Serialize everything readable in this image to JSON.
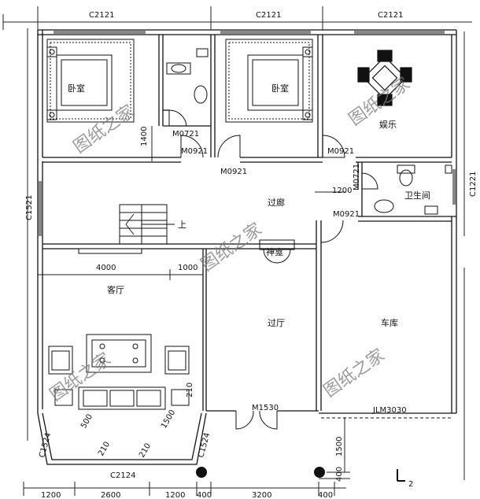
{
  "rooms": {
    "bedroom_left": "卧室",
    "bedroom_mid": "卧室",
    "entertainment": "娱乐",
    "corridor": "过廊",
    "bathroom": "卫生间",
    "up_arrow": "上",
    "shrine": "神龛",
    "living_room": "客厅",
    "hall": "过厅",
    "garage": "车库"
  },
  "openings": {
    "window_top_left": "C2121",
    "window_top_mid": "C2121",
    "window_top_right": "C2121",
    "window_left": "C1521",
    "window_right": "C1221",
    "window_bay": "C2124",
    "window_bay_left": "C1524",
    "window_bay_right": "C1524",
    "door_m0721_top": "M0721",
    "door_m0921_left": "M0921",
    "door_m0921_mid": "M0921",
    "door_m0921_right": "M0921",
    "door_m0721_bath": "M0721",
    "door_m0921_garage": "M0921",
    "door_m1530": "M1530",
    "garage_door": "JLM3030"
  },
  "dimensions": {
    "d1400": "1400",
    "d1200_corr": "1200",
    "d4000": "4000",
    "d1000": "1000",
    "d500": "500",
    "d1500_a": "1500",
    "d210_a": "210",
    "d210_b": "210",
    "d210_c": "210",
    "d1500_right": "1500",
    "d400": "400",
    "bot_1200_a": "1200",
    "bot_2600": "2600",
    "bot_1200_b": "1200",
    "bot_400_a": "400",
    "bot_3200": "3200",
    "bot_400_b": "400"
  },
  "section_marker": "2",
  "watermark": "图纸之家"
}
